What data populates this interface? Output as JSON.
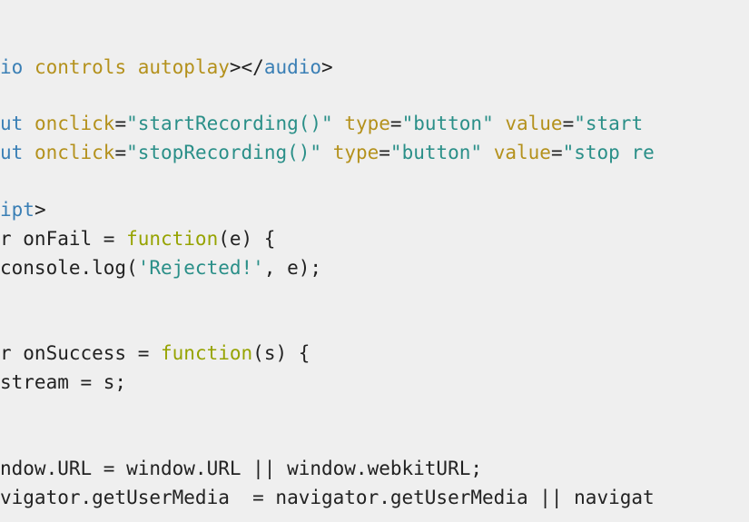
{
  "code": {
    "line1": {
      "t1": "io",
      "t2": " controls autoplay",
      "t3": "></",
      "t4": "audio",
      "t5": ">"
    },
    "line2": {
      "t1": "ut",
      "t2": " onclick",
      "t3": "=",
      "t4": "\"startRecording()\"",
      "t5": " type",
      "t6": "=",
      "t7": "\"button\"",
      "t8": " value",
      "t9": "=",
      "t10": "\"start"
    },
    "line3": {
      "t1": "ut",
      "t2": " onclick",
      "t3": "=",
      "t4": "\"stopRecording()\"",
      "t5": " type",
      "t6": "=",
      "t7": "\"button\"",
      "t8": " value",
      "t9": "=",
      "t10": "\"stop re"
    },
    "line4": {
      "t1": "ipt",
      "t2": ">"
    },
    "line5": {
      "t1": "r onFail = ",
      "t2": "function",
      "t3": "(e) {"
    },
    "line6": {
      "t1": "console.log(",
      "t2": "'Rejected!'",
      "t3": ", e);"
    },
    "line7": {
      "t1": "r onSuccess = ",
      "t2": "function",
      "t3": "(s) {"
    },
    "line8": {
      "t1": "stream = s;"
    },
    "line9": {
      "t1": "ndow.URL = window.URL || window.webkitURL;"
    },
    "line10": {
      "t1": "vigator.getUserMedia  = navigator.getUserMedia || navigat"
    }
  },
  "colors": {
    "background": "#efefef",
    "tag": "#3a7fb5",
    "attribute": "#b4911c",
    "string": "#2a8f88",
    "keyword": "#96a300",
    "plain": "#222222"
  }
}
